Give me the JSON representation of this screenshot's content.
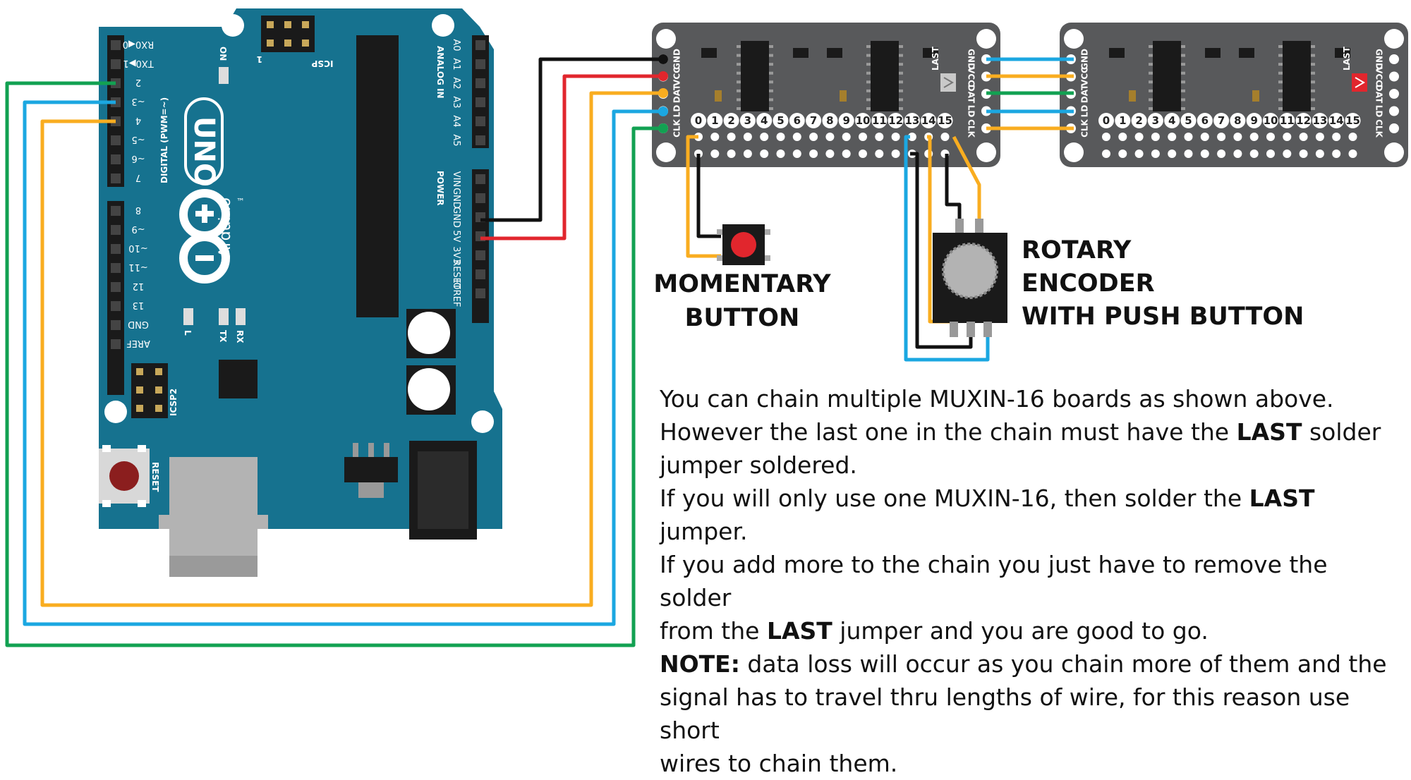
{
  "arduino": {
    "board_name": "UNO",
    "brand": "Arduino",
    "trademark": "™",
    "icsp_label": "ICSP",
    "icsp2_label": "ICSP2",
    "on_label": "ON",
    "one_label": "1",
    "digital_label": "DIGITAL (PWM=~)",
    "analog_label": "ANALOG IN",
    "power_label": "POWER",
    "reset_label": "RESET",
    "l_label": "L",
    "tx_label": "TX",
    "rx_label": "RX",
    "digital_pins_top": [
      "RX0◀0",
      "TX0▶1",
      "2",
      "~3",
      "4",
      "~5",
      "~6",
      "7"
    ],
    "digital_pins_bottom": [
      "8",
      "~9",
      "~10",
      "~11",
      "12",
      "13",
      "GND",
      "AREF"
    ],
    "analog_pins": [
      "A0",
      "A1",
      "A2",
      "A3",
      "A4",
      "A5"
    ],
    "power_pins": [
      "VIN",
      "GND",
      "GND",
      "5V",
      "3V3",
      "RESET",
      "IOREF"
    ]
  },
  "mux_board": {
    "pins": [
      "GND",
      "VCC",
      "DAT",
      "LD",
      "CLK"
    ],
    "last_label": "LAST",
    "channels": [
      "0",
      "1",
      "2",
      "3",
      "4",
      "5",
      "6",
      "7",
      "8",
      "9",
      "10",
      "11",
      "12",
      "13",
      "14",
      "15"
    ]
  },
  "labels": {
    "momentary_button": [
      "MOMENTARY",
      "BUTTON"
    ],
    "rotary_encoder": [
      "ROTARY",
      "ENCODER",
      "WITH PUSH BUTTON"
    ]
  },
  "notes": {
    "line1": "You can chain multiple MUXIN-16 boards as shown above.",
    "line2a": "However the last one in the chain must have the ",
    "line2b": "LAST",
    "line2c": " solder",
    "line3": "jumper soldered.",
    "line4a": "If you will only use one MUXIN-16, then solder the ",
    "line4b": "LAST",
    "line4c": " jumper.",
    "line5": "If you add more to the chain you just have to remove the solder",
    "line6a": "from the ",
    "line6b": "LAST",
    "line6c": " jumper and you are good to go.",
    "line7a": "NOTE:",
    "line7b": " data loss will occur as you chain more of them and the",
    "line8": "signal has to travel thru lengths of wire, for this reason use short",
    "line9": "wires to chain them."
  },
  "colors": {
    "arduino_blue": "#16728f",
    "board_gray": "#58595b",
    "wire_black": "#111111",
    "wire_red": "#e1262d",
    "wire_orange": "#f9ad20",
    "wire_blue": "#1ba7e1",
    "wire_green": "#12a152",
    "led_red": "#e1262d"
  }
}
